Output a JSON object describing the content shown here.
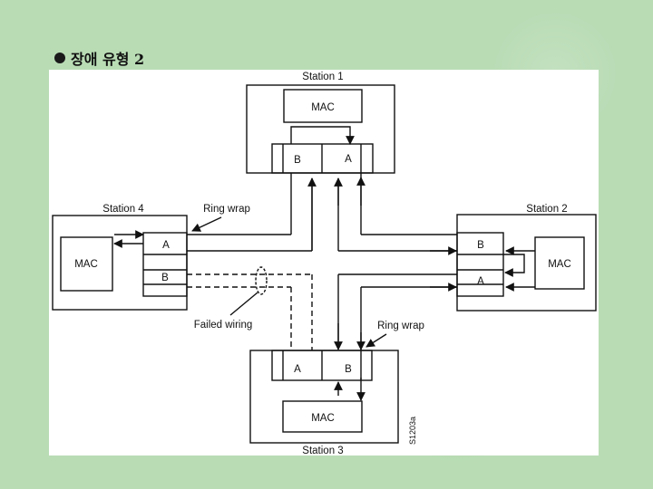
{
  "slide": {
    "title": "장애 유형 2"
  },
  "diagram": {
    "stations": {
      "s1": {
        "name": "Station 1",
        "mac": "MAC",
        "port_left": "B",
        "port_right": "A"
      },
      "s2": {
        "name": "Station 2",
        "mac": "MAC",
        "port_top": "B",
        "port_bottom": "A"
      },
      "s3": {
        "name": "Station 3",
        "mac": "MAC",
        "port_left": "A",
        "port_right": "B"
      },
      "s4": {
        "name": "Station 4",
        "mac": "MAC",
        "port_top": "A",
        "port_bottom": "B"
      }
    },
    "labels": {
      "ring_wrap_left": "Ring wrap",
      "ring_wrap_bottom": "Ring wrap",
      "failed_wiring": "Failed wiring",
      "figure_id": "S1203a"
    }
  }
}
